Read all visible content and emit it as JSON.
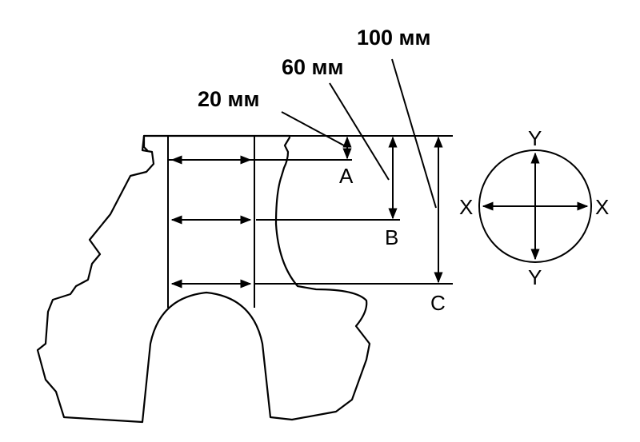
{
  "dimensions": {
    "d20": "20 мм",
    "d60": "60 мм",
    "d100": "100 мм"
  },
  "levels": {
    "a": "A",
    "b": "B",
    "c": "C"
  },
  "axes": {
    "x_left": "X",
    "x_right": "X",
    "y_top": "Y",
    "y_bottom": "Y"
  }
}
